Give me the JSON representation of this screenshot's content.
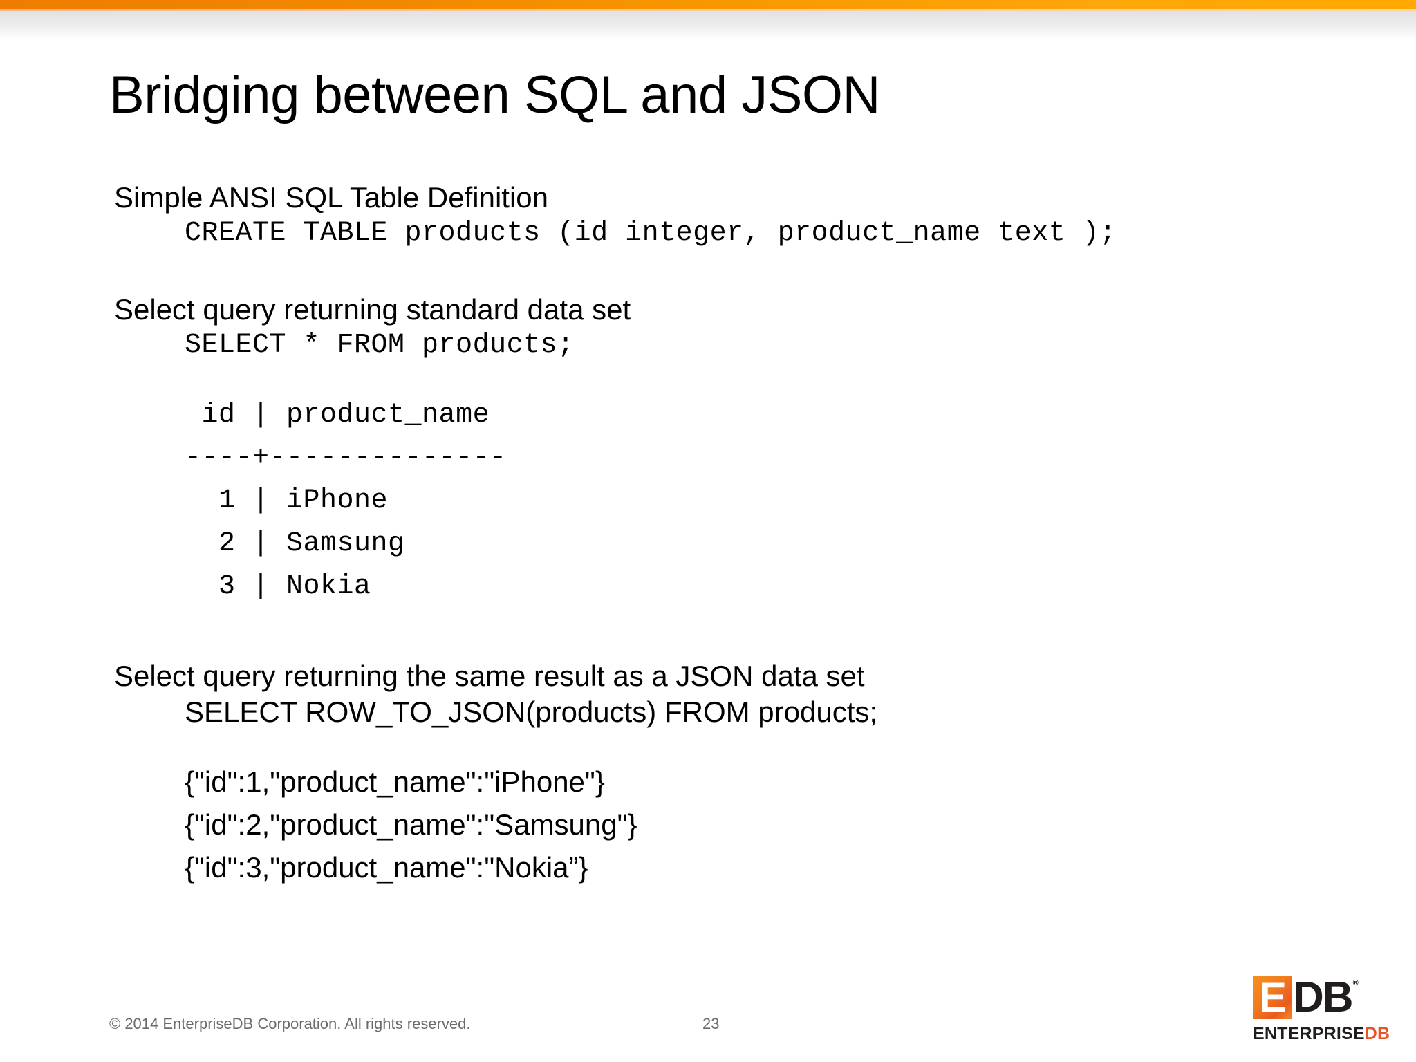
{
  "slide": {
    "title": "Bridging between SQL and JSON",
    "page_number": "23",
    "accent_orange_left": "#ef7c00",
    "accent_orange_right": "#ffa800",
    "text_color": "#000000",
    "footer_color": "#6b6b6b"
  },
  "sections": {
    "table_definition": {
      "heading": "Simple ANSI SQL Table Definition",
      "code": "CREATE TABLE products (id integer, product_name text );"
    },
    "standard_select": {
      "heading": "Select query returning standard data set",
      "code": "SELECT * FROM products;",
      "result": {
        "header": " id | product_name",
        "separator": "----+--------------",
        "rows": [
          "  1 | iPhone",
          "  2 | Samsung",
          "  3 | Nokia"
        ]
      }
    },
    "json_select": {
      "heading": "Select query returning the same result as a JSON data set",
      "code": "SELECT ROW_TO_JSON(products) FROM products;",
      "result_rows": [
        "{\"id\":1,\"product_name\":\"iPhone\"}",
        "{\"id\":2,\"product_name\":\"Samsung\"}",
        "{\"id\":3,\"product_name\":\"Nokia”}"
      ]
    }
  },
  "result_table": {
    "type": "table",
    "columns": [
      "id",
      "product_name"
    ],
    "rows": [
      [
        "1",
        "iPhone"
      ],
      [
        "2",
        "Samsung"
      ],
      [
        "3",
        "Nokia"
      ]
    ]
  },
  "footer": {
    "copyright": "© 2014 EnterpriseDB Corporation. All rights reserved.",
    "page_number": "23"
  },
  "logo": {
    "mark_e": "E",
    "mark_db": "DB",
    "trademark": "®",
    "wordmark_enterprise": "ENTERPRISE",
    "wordmark_db": "DB",
    "orange": "#ea5a1f",
    "dark": "#201d1c"
  }
}
